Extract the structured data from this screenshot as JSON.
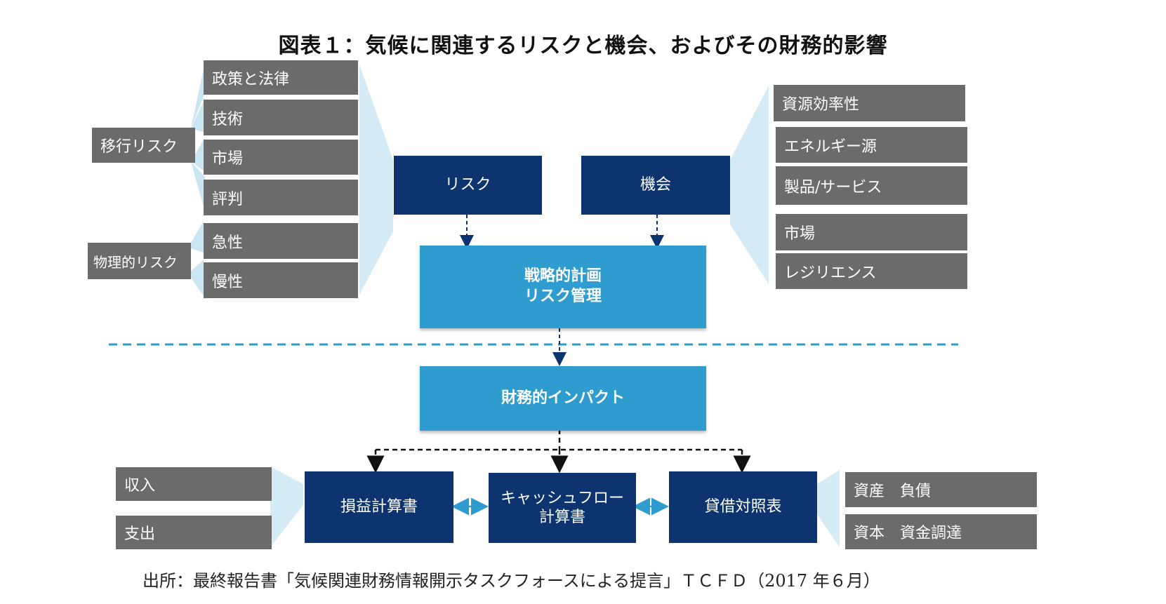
{
  "title": "図表１：気候に関連するリスクと機会、およびその財務的影響",
  "transition_risk": {
    "label": "移行リスク",
    "items": [
      "政策と法律",
      "技術",
      "市場",
      "評判"
    ]
  },
  "physical_risk": {
    "label": "物理的リスク",
    "items": [
      "急性",
      "慢性"
    ]
  },
  "risk_box": "リスク",
  "opportunity_box": "機会",
  "opportunity_items": [
    "資源効率性",
    "エネルギー源",
    "製品/サービス",
    "市場",
    "レジリエンス"
  ],
  "strategy_box": "戦略的計画\nリスク管理",
  "financial_impact_box": "財務的インパクト",
  "statements": {
    "income": "損益計算書",
    "cashflow": "キャッシュフロー\n計算書",
    "balance": "貸借対照表"
  },
  "income_items": [
    "収入",
    "支出"
  ],
  "balance_items": [
    "資産　負債",
    "資本　資金調達"
  ],
  "source": "出所：最終報告書「気候関連財務情報開示タスクフォースによる提言」ＴＣＦＤ（2017 年６月）",
  "colors": {
    "navy": "#0e3470",
    "cyan": "#2e9ccf",
    "gray": "#6b6b6b",
    "fan": "#b9def0"
  }
}
